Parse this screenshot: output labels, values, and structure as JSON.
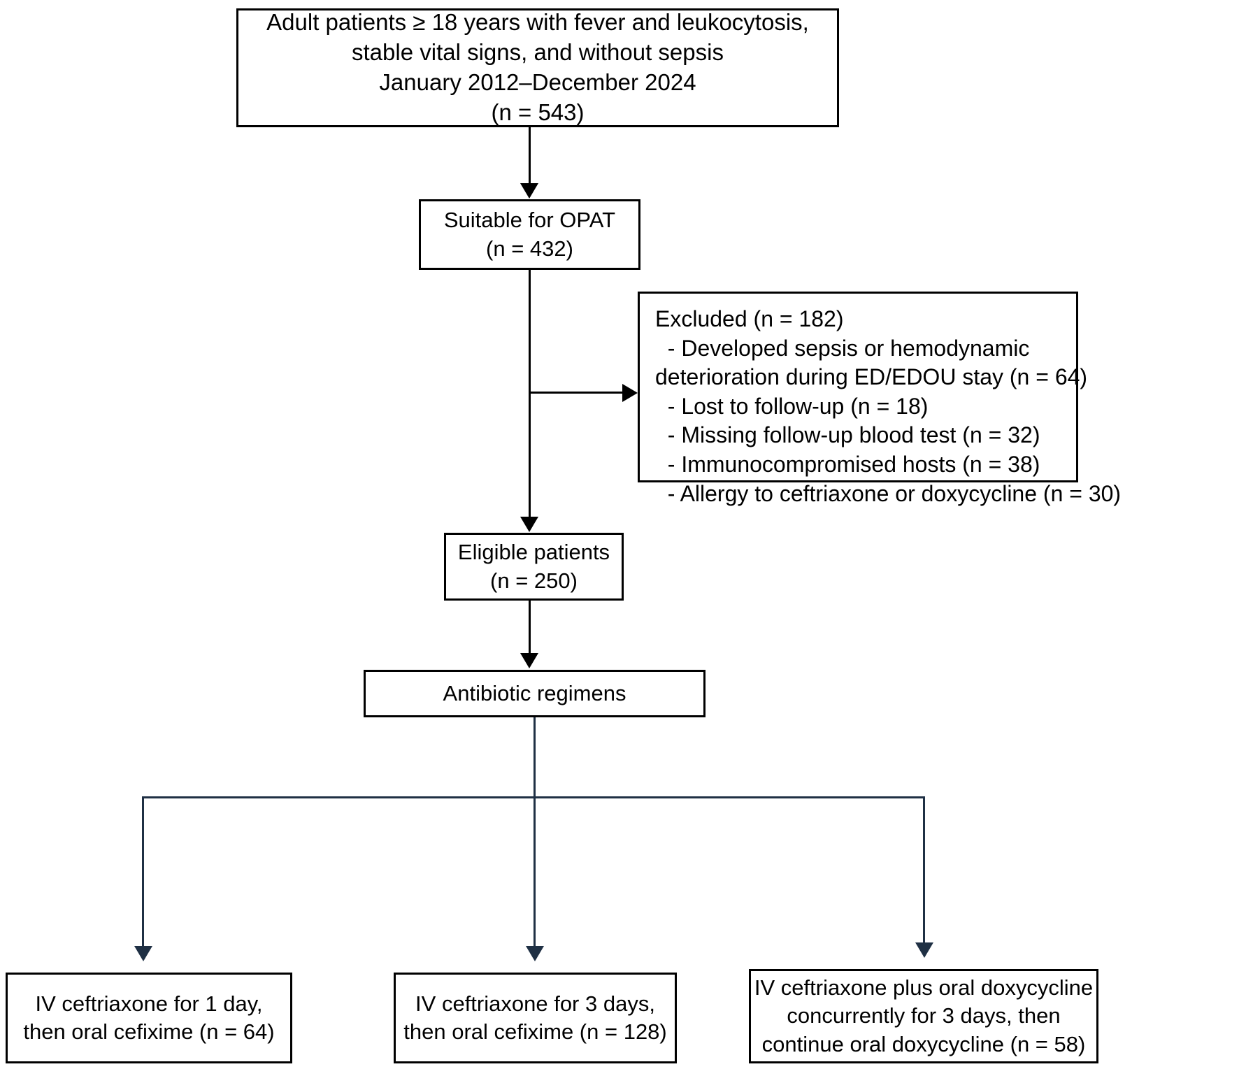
{
  "chart_data": {
    "type": "diagram",
    "title": "Patient enrollment flow diagram",
    "nodes": [
      {
        "id": "source",
        "lines": [
          "Adult patients ≥ 18 years with fever and leukocytosis,",
          "stable vital signs, and without sepsis",
          "January 2012–December 2024",
          "(n = 543)"
        ],
        "n": 543
      },
      {
        "id": "opat",
        "lines": [
          "Suitable for OPAT",
          "(n = 432)"
        ],
        "n": 432
      },
      {
        "id": "excluded",
        "lines": [
          "Excluded (n = 182)",
          "  - Developed sepsis or hemodynamic",
          "deterioration during ED/EDOU stay (n = 64)",
          "  - Lost to follow-up (n = 18)",
          "  - Missing follow-up blood test (n = 32)",
          "  - Immunocompromised hosts (n = 38)",
          "  - Allergy to ceftriaxone or doxycycline (n = 30)"
        ],
        "n": 182
      },
      {
        "id": "eligible",
        "lines": [
          "Eligible patients",
          "(n = 250)"
        ],
        "n": 250
      },
      {
        "id": "regimens",
        "lines": [
          "Antibiotic regimens"
        ]
      },
      {
        "id": "arm-1",
        "lines": [
          "IV ceftriaxone for 1 day,",
          "then oral cefixime (n = 64)"
        ],
        "n": 64
      },
      {
        "id": "arm-2",
        "lines": [
          "IV ceftriaxone for 3 days,",
          "then oral cefixime (n = 128)"
        ],
        "n": 128
      },
      {
        "id": "arm-3",
        "lines": [
          "IV ceftriaxone plus oral doxycycline",
          "concurrently for 3 days, then",
          "continue oral doxycycline (n = 58)"
        ],
        "n": 58
      }
    ],
    "edges": [
      {
        "from": "source",
        "to": "opat",
        "style": "solid-black-arrow"
      },
      {
        "from": "opat",
        "to": "excluded",
        "style": "solid-black-arrow"
      },
      {
        "from": "opat",
        "to": "eligible",
        "style": "solid-black-arrow"
      },
      {
        "from": "eligible",
        "to": "regimens",
        "style": "solid-black-arrow"
      },
      {
        "from": "regimens",
        "to": "arm-1",
        "style": "navy-arrow"
      },
      {
        "from": "regimens",
        "to": "arm-2",
        "style": "navy-arrow"
      },
      {
        "from": "regimens",
        "to": "arm-3",
        "style": "navy-arrow"
      }
    ],
    "colors": {
      "box_border": "#000000",
      "box_fill": "#ffffff",
      "text": "#000000",
      "main_connector": "#000000",
      "branch_connector": "#1f3044"
    }
  },
  "source": {
    "line1": "Adult patients ≥ 18 years with fever and leukocytosis,",
    "line2": "stable vital signs, and without sepsis",
    "line3": "January 2012–December 2024",
    "line4": "(n = 543)"
  },
  "opat": {
    "line1": "Suitable for OPAT",
    "line2": "(n = 432)"
  },
  "excluded": {
    "line1": "Excluded (n = 182)",
    "line2": "  - Developed sepsis or hemodynamic",
    "line3": "deterioration during ED/EDOU stay (n = 64)",
    "line4": "  - Lost to follow-up (n = 18)",
    "line5": "  - Missing follow-up blood test (n = 32)",
    "line6": "  - Immunocompromised hosts (n = 38)",
    "line7": "  - Allergy to ceftriaxone or doxycycline (n = 30)"
  },
  "eligible": {
    "line1": "Eligible patients",
    "line2": "(n = 250)"
  },
  "regimens": {
    "line1": "Antibiotic regimens"
  },
  "arm1": {
    "line1": "IV ceftriaxone for 1 day,",
    "line2": "then oral cefixime (n = 64)"
  },
  "arm2": {
    "line1": "IV ceftriaxone for 3 days,",
    "line2": "then oral cefixime (n = 128)"
  },
  "arm3": {
    "line1": "IV ceftriaxone plus oral doxycycline",
    "line2": "concurrently for 3 days, then",
    "line3": "continue oral doxycycline (n = 58)"
  }
}
